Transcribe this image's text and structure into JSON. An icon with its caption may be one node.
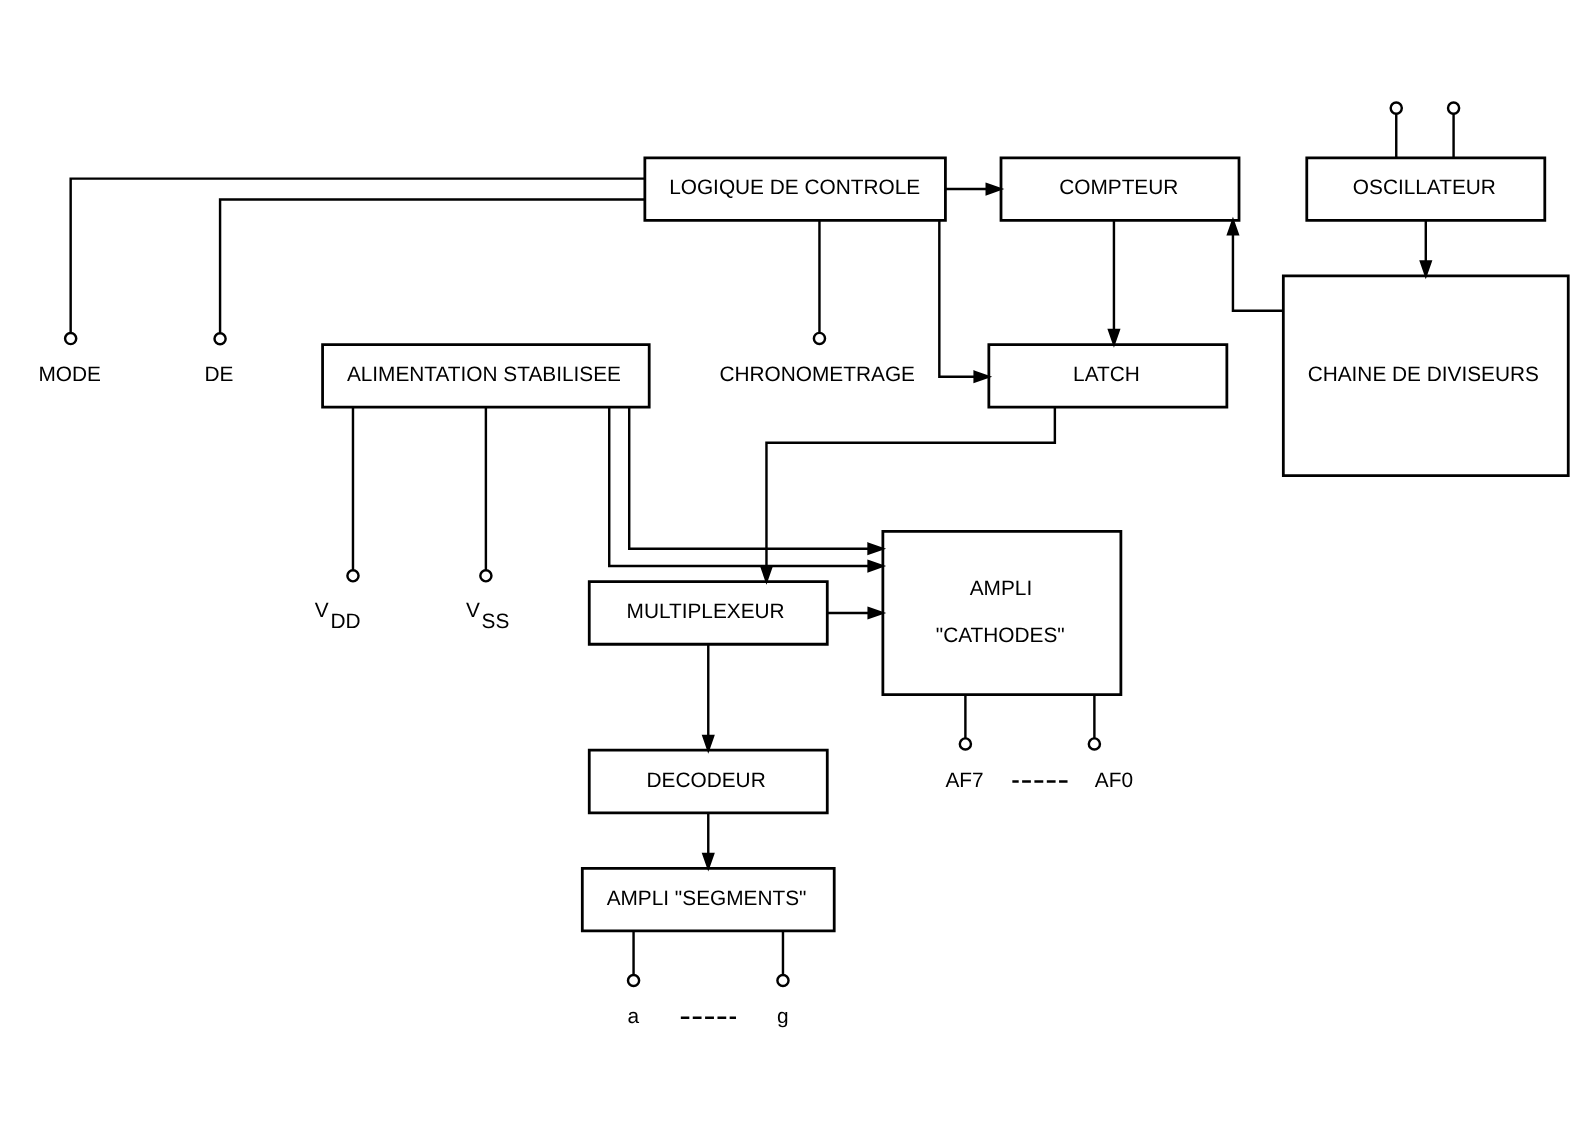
{
  "diagram": {
    "nodes": [
      {
        "text": [
          "OSCILLATEUR"
        ]
      },
      {
        "text": [
          "CHAINE DE DIVISEURS"
        ]
      },
      {
        "text": [
          "COMPTEUR"
        ]
      },
      {
        "text": [
          "LATCH"
        ]
      },
      {
        "text": [
          "MULTIPLEXEUR"
        ]
      },
      {
        "text": [
          "DECODEUR"
        ]
      },
      {
        "text": [
          "AMPLI \"SEGMENTS\""
        ]
      },
      {
        "text": [
          "LOGIQUE DE CONTROLE"
        ]
      },
      {
        "text": [
          "AMPLI",
          "\"CATHODES\""
        ]
      },
      {
        "text": [
          "ALIMENTATION STABILISEE"
        ]
      },
      {
        "text": [
          "MODE"
        ]
      },
      {
        "text": [
          "DE"
        ]
      },
      {
        "text": [
          "CHRONOMETRAGE"
        ]
      },
      {
        "text": [
          "AF0"
        ]
      },
      {
        "text": [
          "AF7"
        ]
      },
      {
        "text": [
          "a"
        ]
      },
      {
        "text": [
          "g"
        ]
      },
      {
        "text": [
          "V$_{DD}$"
        ]
      },
      {
        "text": [
          "V$_{SS}$"
        ]
      }
    ],
    "edges": [
      {
        "from": null,
        "to": 0,
        "arrow": "other"
      },
      {
        "from": null,
        "to": 0,
        "arrow": "other"
      },
      {
        "from": 0,
        "to": 1,
        "arrow": "to"
      },
      {
        "from": 1,
        "to": 2,
        "arrow": "to"
      },
      {
        "from": 7,
        "to": 2,
        "arrow": "to"
      },
      {
        "from": 7,
        "to": 3,
        "arrow": "to"
      },
      {
        "from": 2,
        "to": 3,
        "arrow": "to"
      },
      {
        "from": 3,
        "to": 4,
        "arrow": "to"
      },
      {
        "from": 4,
        "to": 5,
        "arrow": "to"
      },
      {
        "from": 5,
        "to": 6,
        "arrow": "to"
      },
      {
        "from": 4,
        "to": 8,
        "arrow": "to"
      },
      {
        "from": 7,
        "to": 10,
        "arrow": "other"
      },
      {
        "from": 7,
        "to": 11,
        "arrow": "other"
      },
      {
        "from": 7,
        "to": 12,
        "arrow": "other"
      },
      {
        "from": 8,
        "to": 13,
        "arrow": "other"
      },
      {
        "from": 8,
        "to": 14,
        "arrow": "other"
      },
      {
        "from": 13,
        "to": 14,
        "arrow": "none",
        "style": "dashed"
      },
      {
        "from": 9,
        "to": 8,
        "arrow": "to"
      },
      {
        "from": 9,
        "to": 8,
        "arrow": "to"
      },
      {
        "from": 6,
        "to": 15,
        "arrow": "other"
      },
      {
        "from": 6,
        "to": 16,
        "arrow": "other"
      },
      {
        "from": 15,
        "to": 16,
        "arrow": "none",
        "style": "dashed"
      },
      {
        "from": 9,
        "to": 17,
        "arrow": "other"
      },
      {
        "from": 9,
        "to": 18,
        "arrow": "other"
      }
    ]
  }
}
